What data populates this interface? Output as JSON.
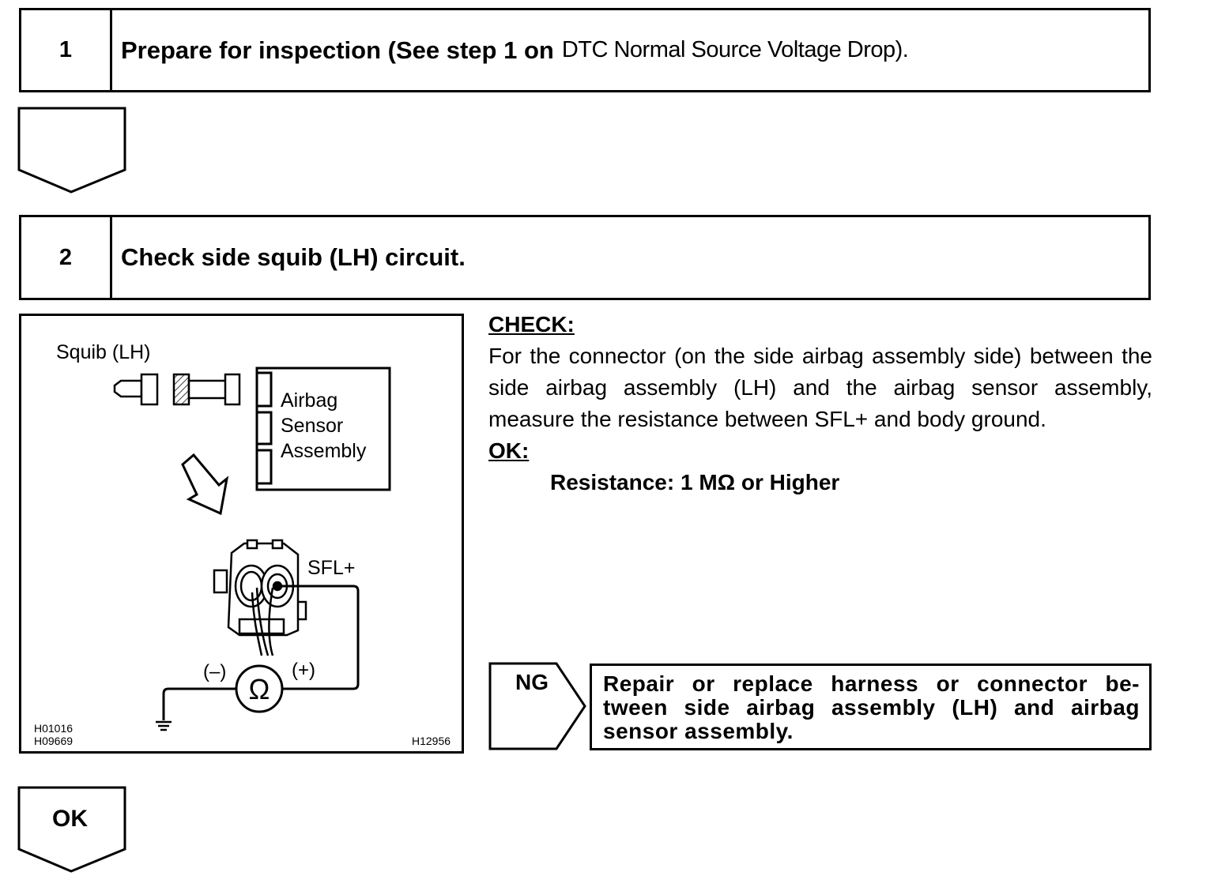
{
  "step1": {
    "number": "1",
    "title": "Prepare for inspection (See step 1 on",
    "title_ref": "DTC Normal Source Voltage Drop)."
  },
  "step2": {
    "number": "2",
    "title": "Check side squib (LH) circuit."
  },
  "figure": {
    "squib_label": "Squib (LH)",
    "sensor_label_1": "Airbag",
    "sensor_label_2": "Sensor",
    "sensor_label_3": "Assembly",
    "terminal_label": "SFL+",
    "minus_label": "(–)",
    "plus_label": "(+)",
    "ohm_symbol": "Ω",
    "code_1": "H01016",
    "code_2": "H09669",
    "code_3": "H12956"
  },
  "check": {
    "heading": "CHECK:",
    "body": "For the connector (on the side airbag assembly side) between the side airbag assembly (LH) and the airbag sensor assembly, measure the resistance between SFL+ and body ground.",
    "ok_heading": "OK:",
    "ok_value": "Resistance: 1 MΩ or Higher"
  },
  "ng": {
    "label": "NG",
    "action": "Repair or replace harness or connector between side airbag assembly (LH) and airbag sensor assembly.",
    "action_line1": "Repair or replace harness or connector be-",
    "action_line2": "tween side airbag assembly (LH) and airbag",
    "action_line3": "sensor assembly."
  },
  "ok_arrow": {
    "label": "OK"
  }
}
